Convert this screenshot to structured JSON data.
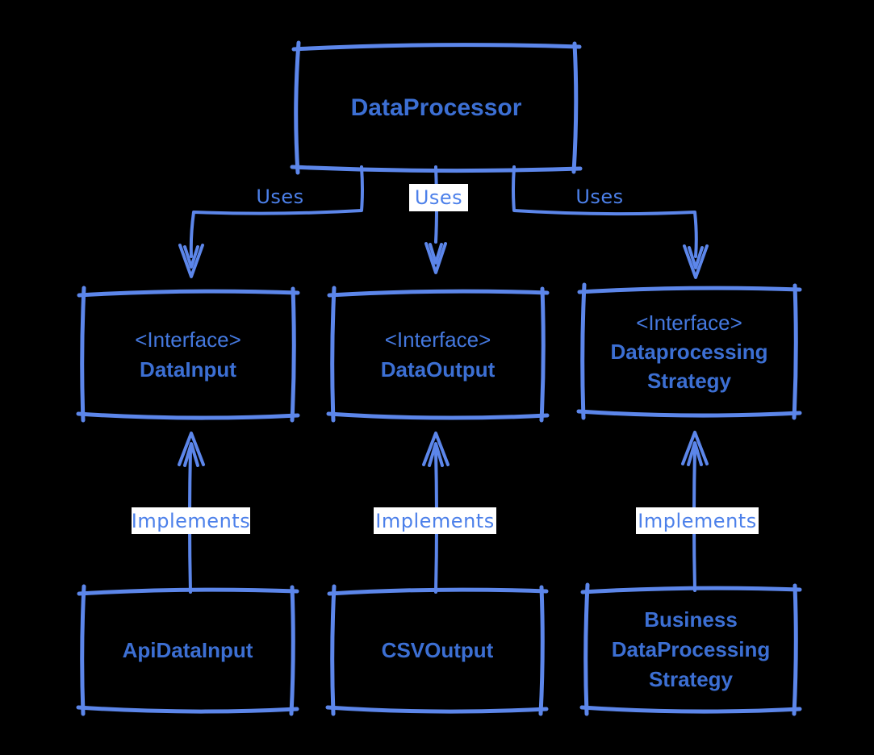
{
  "colors": {
    "background": "#000000",
    "stroke": "#5c86ea",
    "node_text": "#3c6fd3",
    "stereotype_text": "#4478de",
    "edge_label_text": "#4c80ea",
    "edge_label_bg": "#ffffff"
  },
  "nodes": {
    "processor": {
      "title": "DataProcessor"
    },
    "interface_input": {
      "stereotype": "<Interface>",
      "name": "DataInput"
    },
    "interface_output": {
      "stereotype": "<Interface>",
      "name": "DataOutput"
    },
    "interface_strategy": {
      "stereotype": "<Interface>",
      "name_line1": "Dataprocessing",
      "name_line2": "Strategy"
    },
    "impl_input": {
      "name": "ApiDataInput"
    },
    "impl_output": {
      "name": "CSVOutput"
    },
    "impl_strategy": {
      "name_line1": "Business",
      "name_line2": "DataProcessing",
      "name_line3": "Strategy"
    }
  },
  "edges": {
    "uses_left": {
      "label": "Uses"
    },
    "uses_middle": {
      "label": "Uses"
    },
    "uses_right": {
      "label": "Uses"
    },
    "implements_left": {
      "label": "Implements"
    },
    "implements_middle": {
      "label": "Implements"
    },
    "implements_right": {
      "label": "Implements"
    }
  }
}
